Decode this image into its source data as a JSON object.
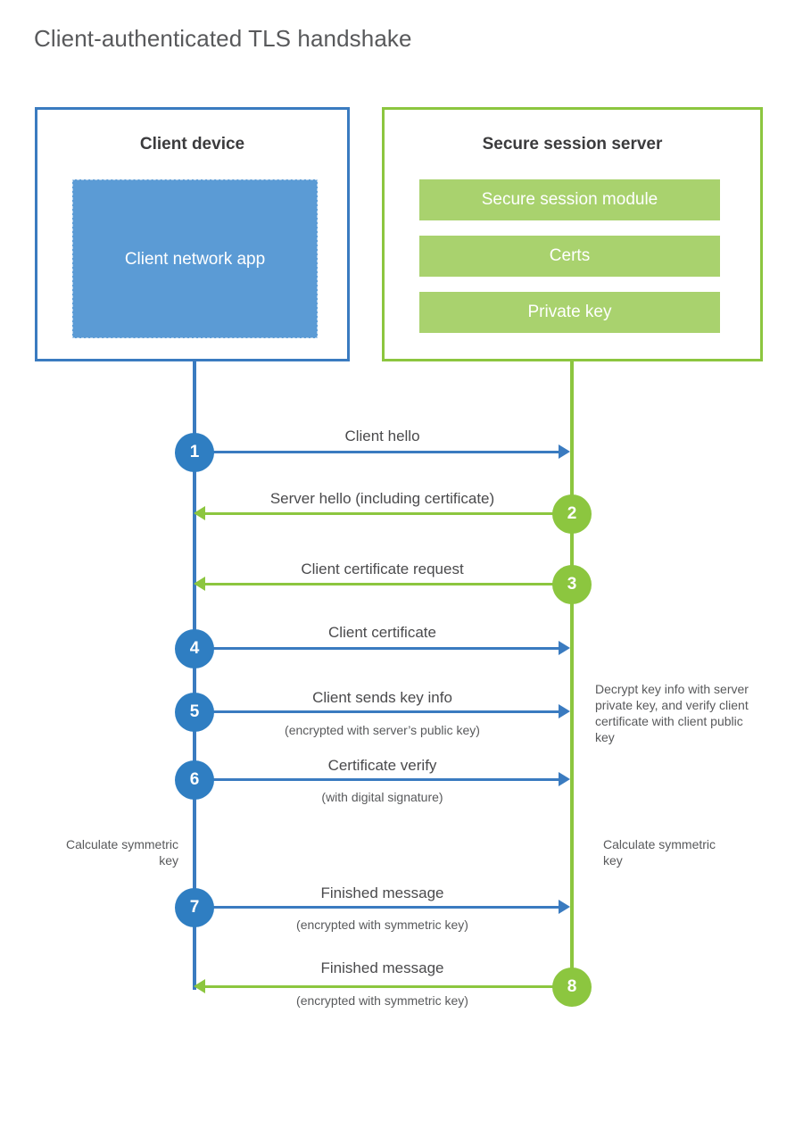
{
  "diagram": {
    "title": "Client-authenticated TLS handshake",
    "colors": {
      "client_accent": "#3a7bc0",
      "client_circle": "#2f7ec2",
      "client_fill": "#5b9bd5",
      "server_accent": "#8cc63f",
      "server_fill": "#a9d26e",
      "title_text": "#58595b",
      "body_text": "#4a4a4c",
      "background": "#ffffff"
    }
  },
  "actors": {
    "client": {
      "title": "Client device",
      "app_label": "Client network app"
    },
    "server": {
      "title": "Secure session server",
      "components": [
        {
          "label": "Secure session module"
        },
        {
          "label": "Certs"
        },
        {
          "label": "Private key"
        }
      ]
    }
  },
  "steps": [
    {
      "number": "1",
      "side": "client",
      "direction": "client-to-server",
      "label": "Client hello",
      "sublabel": ""
    },
    {
      "number": "2",
      "side": "server",
      "direction": "server-to-client",
      "label": "Server hello (including certificate)",
      "sublabel": ""
    },
    {
      "number": "3",
      "side": "server",
      "direction": "server-to-client",
      "label": "Client certificate request",
      "sublabel": ""
    },
    {
      "number": "4",
      "side": "client",
      "direction": "client-to-server",
      "label": "Client certificate",
      "sublabel": ""
    },
    {
      "number": "5",
      "side": "client",
      "direction": "client-to-server",
      "label": "Client sends key info",
      "sublabel": "(encrypted with server’s public key)"
    },
    {
      "number": "6",
      "side": "client",
      "direction": "client-to-server",
      "label": "Certificate verify",
      "sublabel": "(with digital signature)"
    },
    {
      "number": "7",
      "side": "client",
      "direction": "client-to-server",
      "label": "Finished message",
      "sublabel": "(encrypted with symmetric key)"
    },
    {
      "number": "8",
      "side": "server",
      "direction": "server-to-client",
      "label": "Finished message",
      "sublabel": "(encrypted with symmetric key)"
    }
  ],
  "annotations": {
    "server_decrypt": "Decrypt key info with server private key, and verify client certificate with client public key",
    "client_calculate": "Calculate symmetric key",
    "server_calculate": "Calculate symmetric key"
  }
}
